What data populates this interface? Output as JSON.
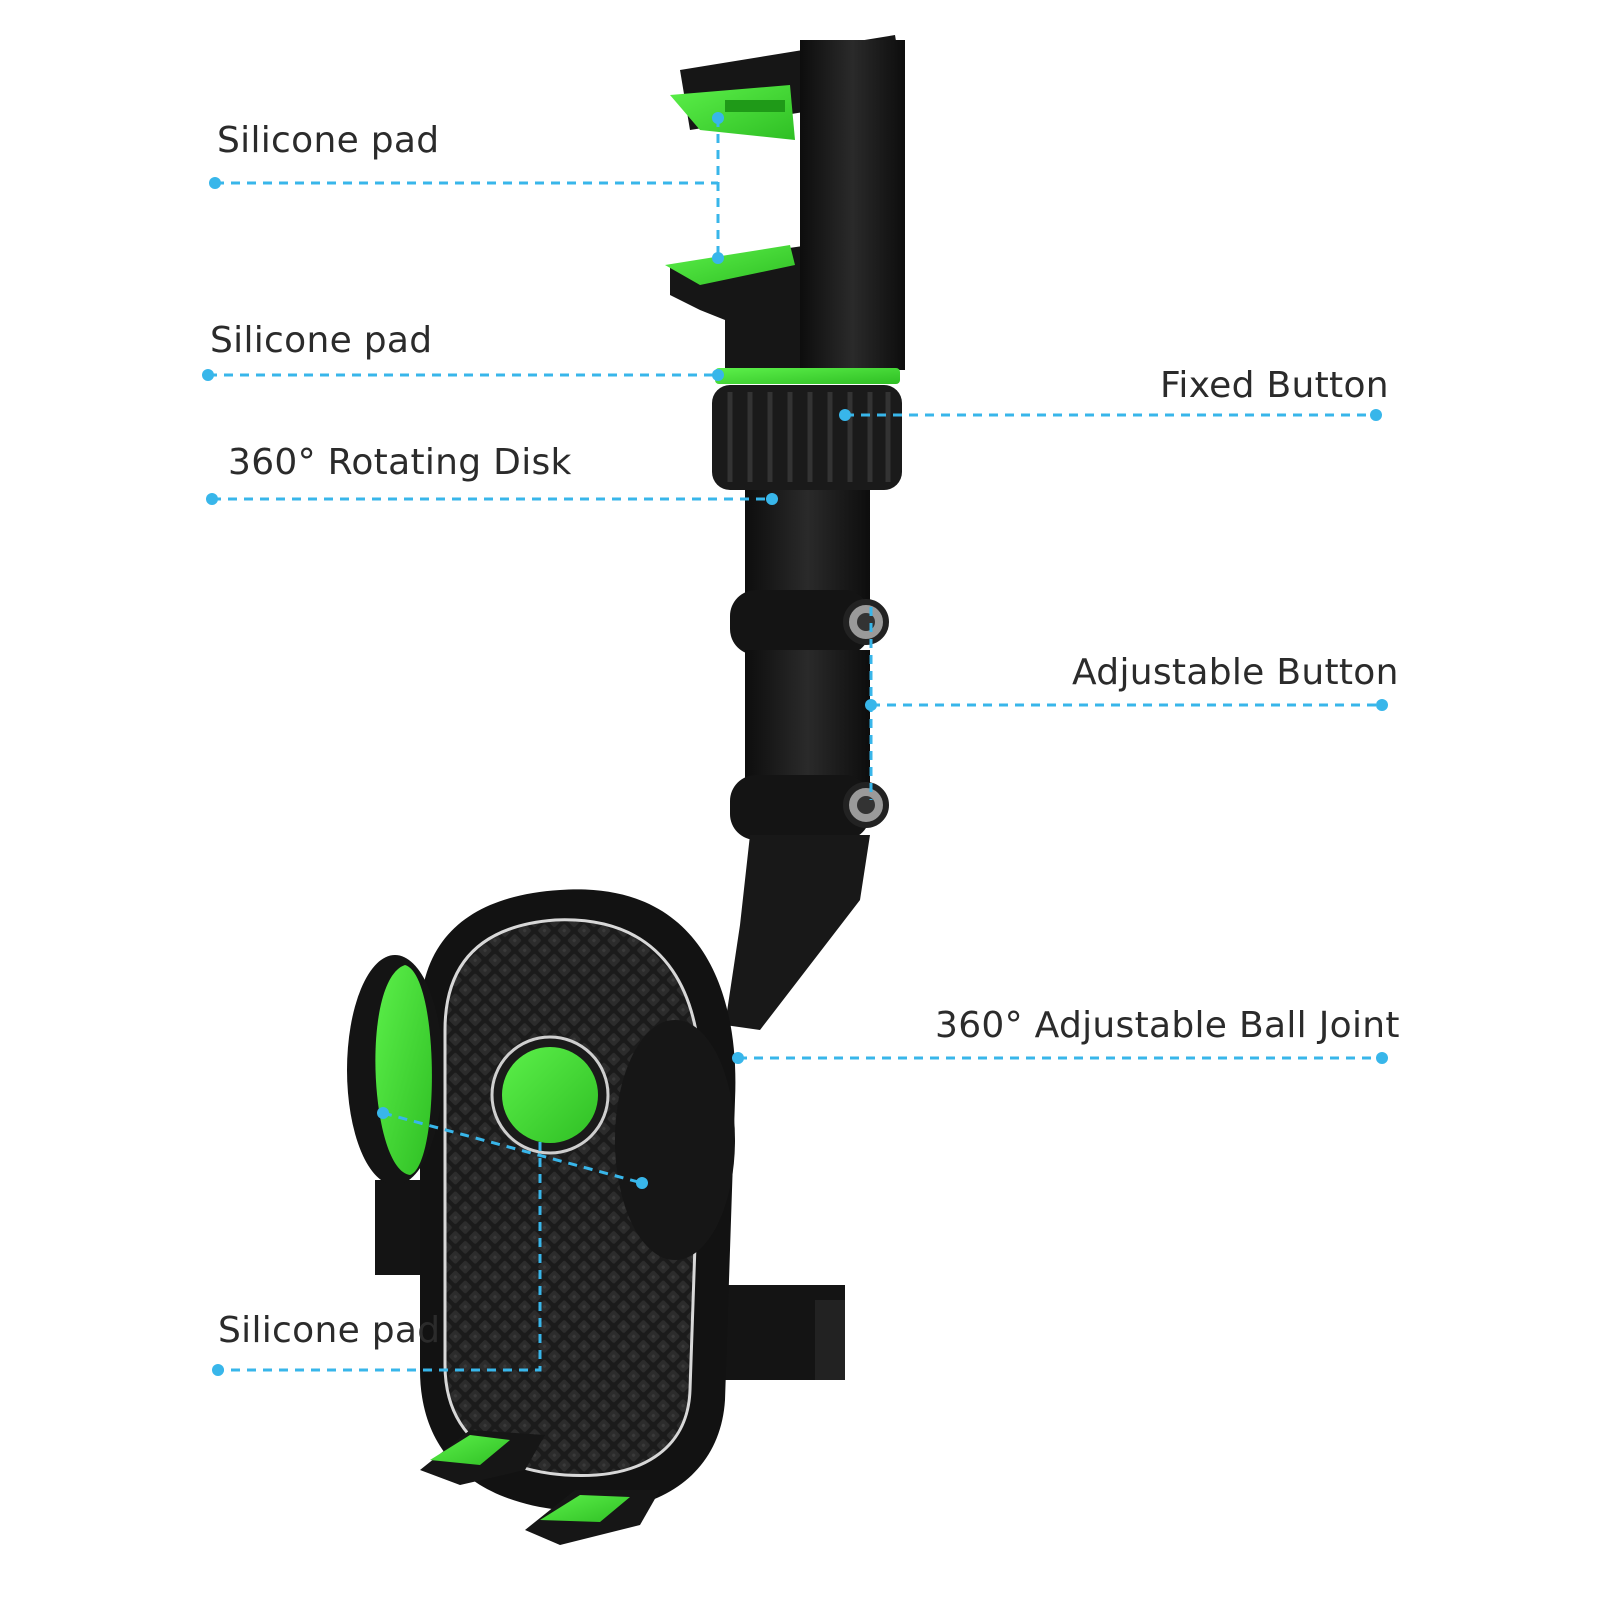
{
  "labels": {
    "silicone_pad_top": "Silicone pad",
    "silicone_pad_mid": "Silicone pad",
    "rotating_disk": "360° Rotating Disk",
    "silicone_pad_bottom": "Silicone pad",
    "fixed_button": "Fixed Button",
    "adjustable_button": "Adjustable Button",
    "ball_joint": "360° Adjustable Ball Joint"
  },
  "colors": {
    "accent_green": "#44e035",
    "body_black": "#151515",
    "leader_line": "#38b6ea",
    "text": "#2b2b2b"
  }
}
